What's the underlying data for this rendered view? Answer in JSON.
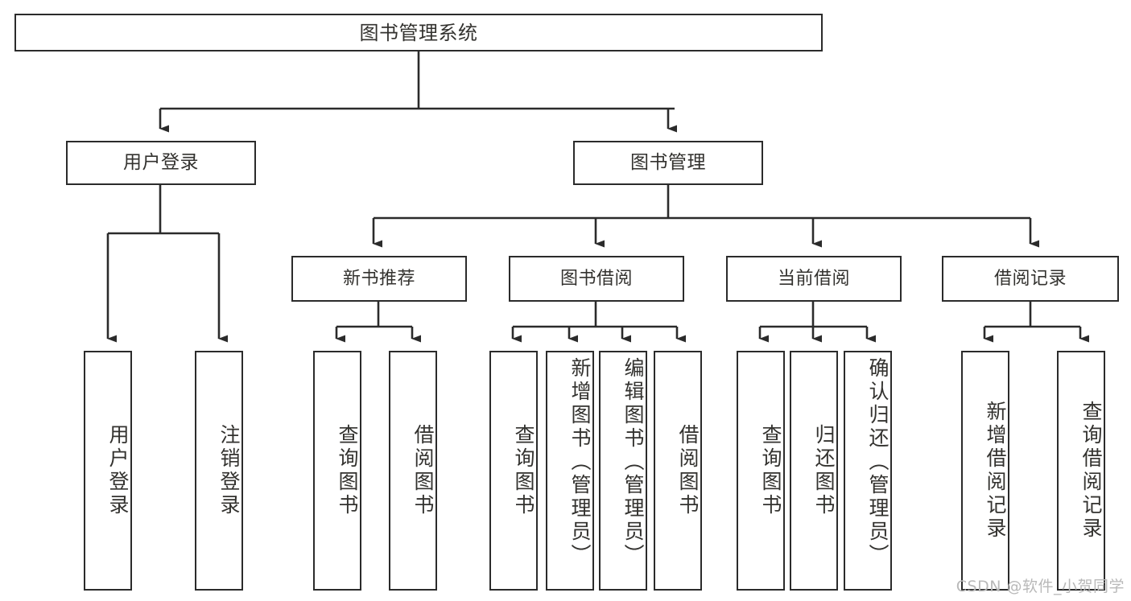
{
  "diagram": {
    "title": "图书管理系统",
    "type": "hierarchy-tree",
    "watermark": "CSDN @软件_小贺同学",
    "colors": {
      "box_border": "#2b2b2b",
      "box_fill": "#ffffff",
      "text": "#33322f",
      "connector": "#2b2b2b",
      "watermark": "#b9b9b9",
      "background": "#ffffff"
    }
  },
  "nodes": {
    "root": {
      "label": "图书管理系统"
    },
    "level2": [
      {
        "label": "用户登录"
      },
      {
        "label": "图书管理"
      }
    ],
    "level3": [
      {
        "label": "新书推荐"
      },
      {
        "label": "图书借阅"
      },
      {
        "label": "当前借阅"
      },
      {
        "label": "借阅记录"
      }
    ],
    "leaves": {
      "user_login": [
        {
          "label": "用户登录"
        },
        {
          "label": "注销登录"
        }
      ],
      "new_book_recommend": [
        {
          "label": "查询图书"
        },
        {
          "label": "借阅图书"
        }
      ],
      "book_borrow": [
        {
          "label": "查询图书"
        },
        {
          "label": "新增图书（管理员）"
        },
        {
          "label": "编辑图书（管理员）"
        },
        {
          "label": "借阅图书"
        }
      ],
      "current_borrow": [
        {
          "label": "查询图书"
        },
        {
          "label": "归还图书"
        },
        {
          "label": "确认归还（管理员）"
        }
      ],
      "borrow_record": [
        {
          "label": "新增借阅记录"
        },
        {
          "label": "查询借阅记录"
        }
      ]
    }
  }
}
